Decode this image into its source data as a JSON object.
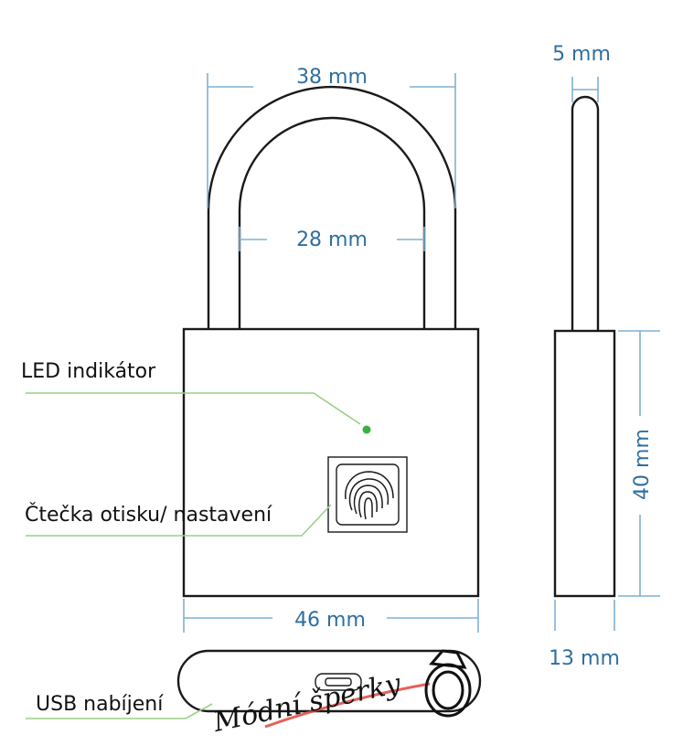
{
  "dimensions": {
    "shackle_outer_width": "38 mm",
    "shackle_inner_width": "28 mm",
    "body_width": "46 mm",
    "shackle_thickness": "5 mm",
    "body_height": "40 mm",
    "body_depth": "13 mm"
  },
  "callouts": {
    "led": "LED indikátor",
    "fingerprint": "Čtečka otisku/ nastavení",
    "usb": "USB nabíjení"
  },
  "watermark": {
    "text": "Módní šperky"
  },
  "colors": {
    "dimension": "#2f6f9f",
    "dimension_line": "#7fb0d6",
    "leader": "#9ccf86",
    "led": "#3cb043",
    "outline": "#1a1a1a"
  }
}
